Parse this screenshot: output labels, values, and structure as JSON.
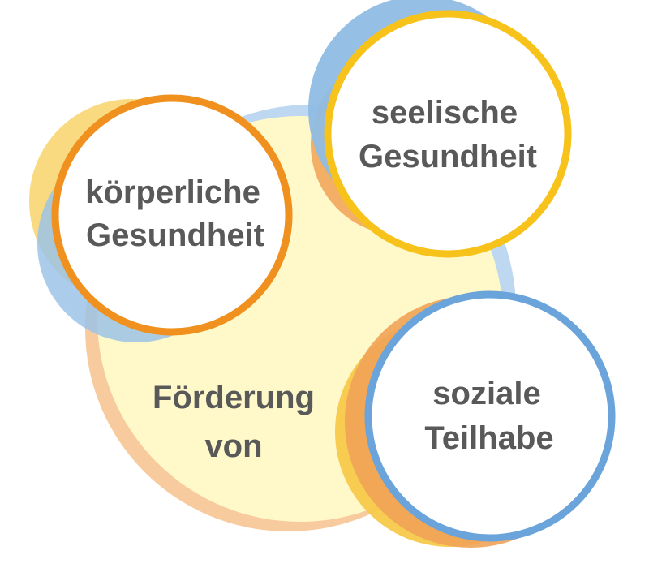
{
  "center": {
    "lines": [
      "Förderung",
      "von"
    ]
  },
  "bubbles": [
    {
      "id": "koerperliche",
      "lines": [
        "körperliche",
        "Gesundheit"
      ],
      "ring_color": "#F0901E",
      "shadow_colors": [
        "#F8D36A",
        "#9CC3E6"
      ]
    },
    {
      "id": "seelische",
      "lines": [
        "seelische",
        "Gesundheit"
      ],
      "ring_color": "#F7C21A",
      "shadow_colors": [
        "#8FBCE4",
        "#F2A65A"
      ]
    },
    {
      "id": "soziale",
      "lines": [
        "soziale",
        "Teilhabe"
      ],
      "ring_color": "#6AA4DA",
      "shadow_colors": [
        "#F0A356",
        "#F7C94A"
      ]
    }
  ],
  "colors": {
    "center_fill": "#FFF8C8",
    "center_edge_blue": "#B6D4EE",
    "center_edge_orange": "#F6C28C",
    "text": "#595959"
  }
}
